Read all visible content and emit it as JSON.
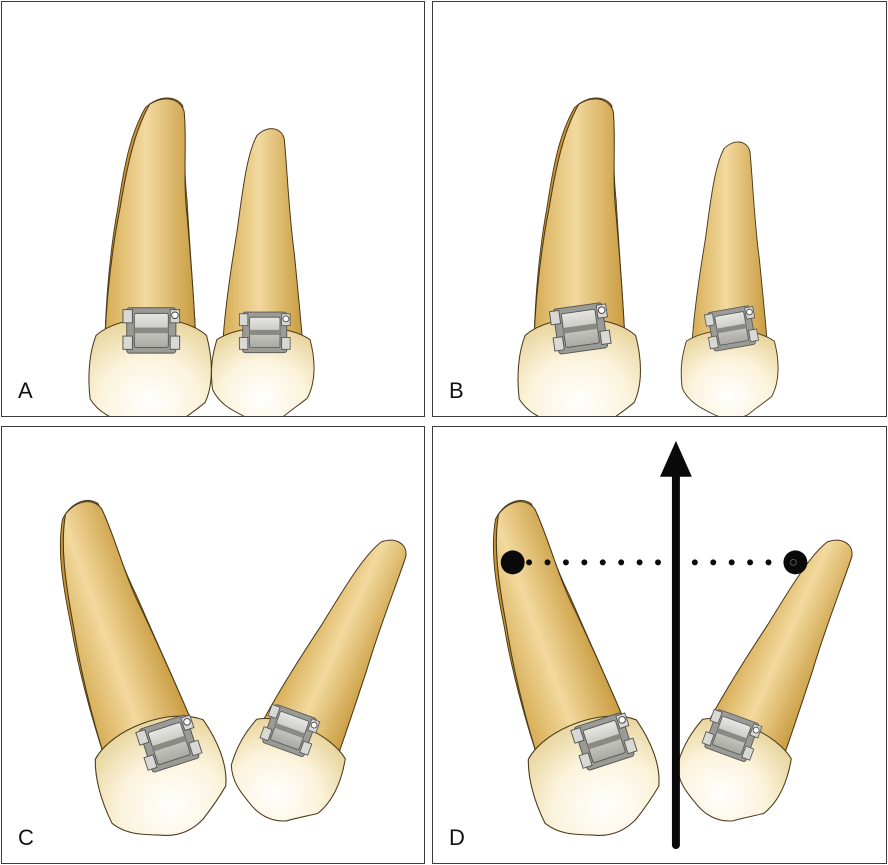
{
  "panels": [
    {
      "label": "A"
    },
    {
      "label": "B"
    },
    {
      "label": "C"
    },
    {
      "label": "D"
    }
  ],
  "colors": {
    "root_light": "#f1d79a",
    "root_dark": "#c89a3e",
    "crown_light": "#fffdf4",
    "crown_dark": "#ead9a8",
    "outline": "#4a3a1c",
    "bracket": "#c4c4c0",
    "bracket_dark": "#6f6f6a",
    "arrow": "#0a0a0a"
  },
  "icons": {
    "axis_arrow": "long-arrow-up-icon",
    "reference_line": "dotted-line"
  }
}
